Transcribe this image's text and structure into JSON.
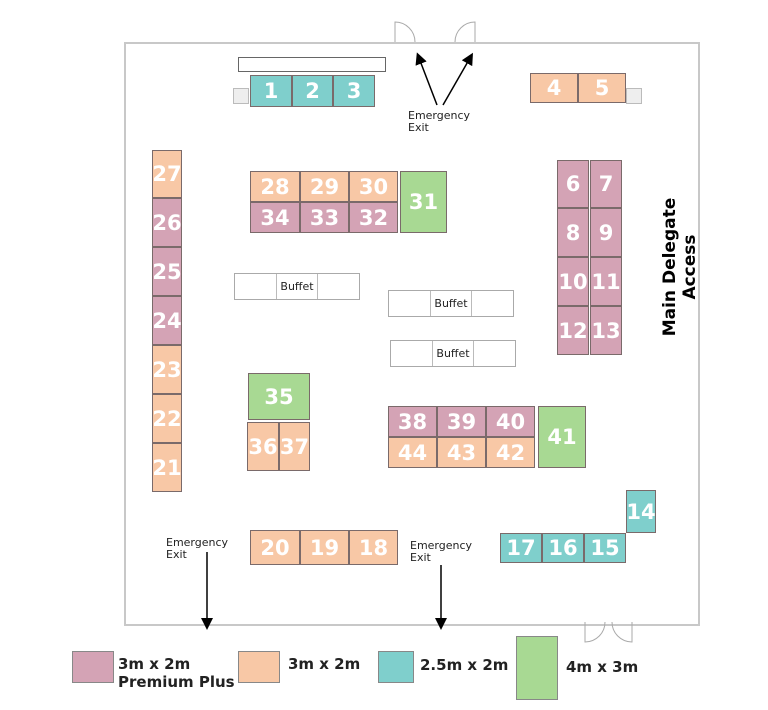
{
  "colors": {
    "premium": "#d4a3b5",
    "standard": "#f8c8a6",
    "small": "#7fcfcc",
    "large": "#a8d993"
  },
  "booths": [
    "1",
    "2",
    "3",
    "4",
    "5",
    "6",
    "7",
    "8",
    "9",
    "10",
    "11",
    "12",
    "13",
    "14",
    "15",
    "16",
    "17",
    "18",
    "19",
    "20",
    "21",
    "22",
    "23",
    "24",
    "25",
    "26",
    "27",
    "28",
    "29",
    "30",
    "31",
    "32",
    "33",
    "34",
    "35",
    "36",
    "37",
    "38",
    "39",
    "40",
    "41",
    "42",
    "43",
    "44"
  ],
  "buffet": "Buffet",
  "emergency_exit": [
    "Emergency",
    "Exit"
  ],
  "main_access": "Main Delegate Access",
  "legend": [
    {
      "label": "3m x 2m",
      "sub": "Premium Plus"
    },
    {
      "label": "3m x 2m"
    },
    {
      "label": "2.5m x 2m"
    },
    {
      "label": "4m x 3m"
    }
  ]
}
